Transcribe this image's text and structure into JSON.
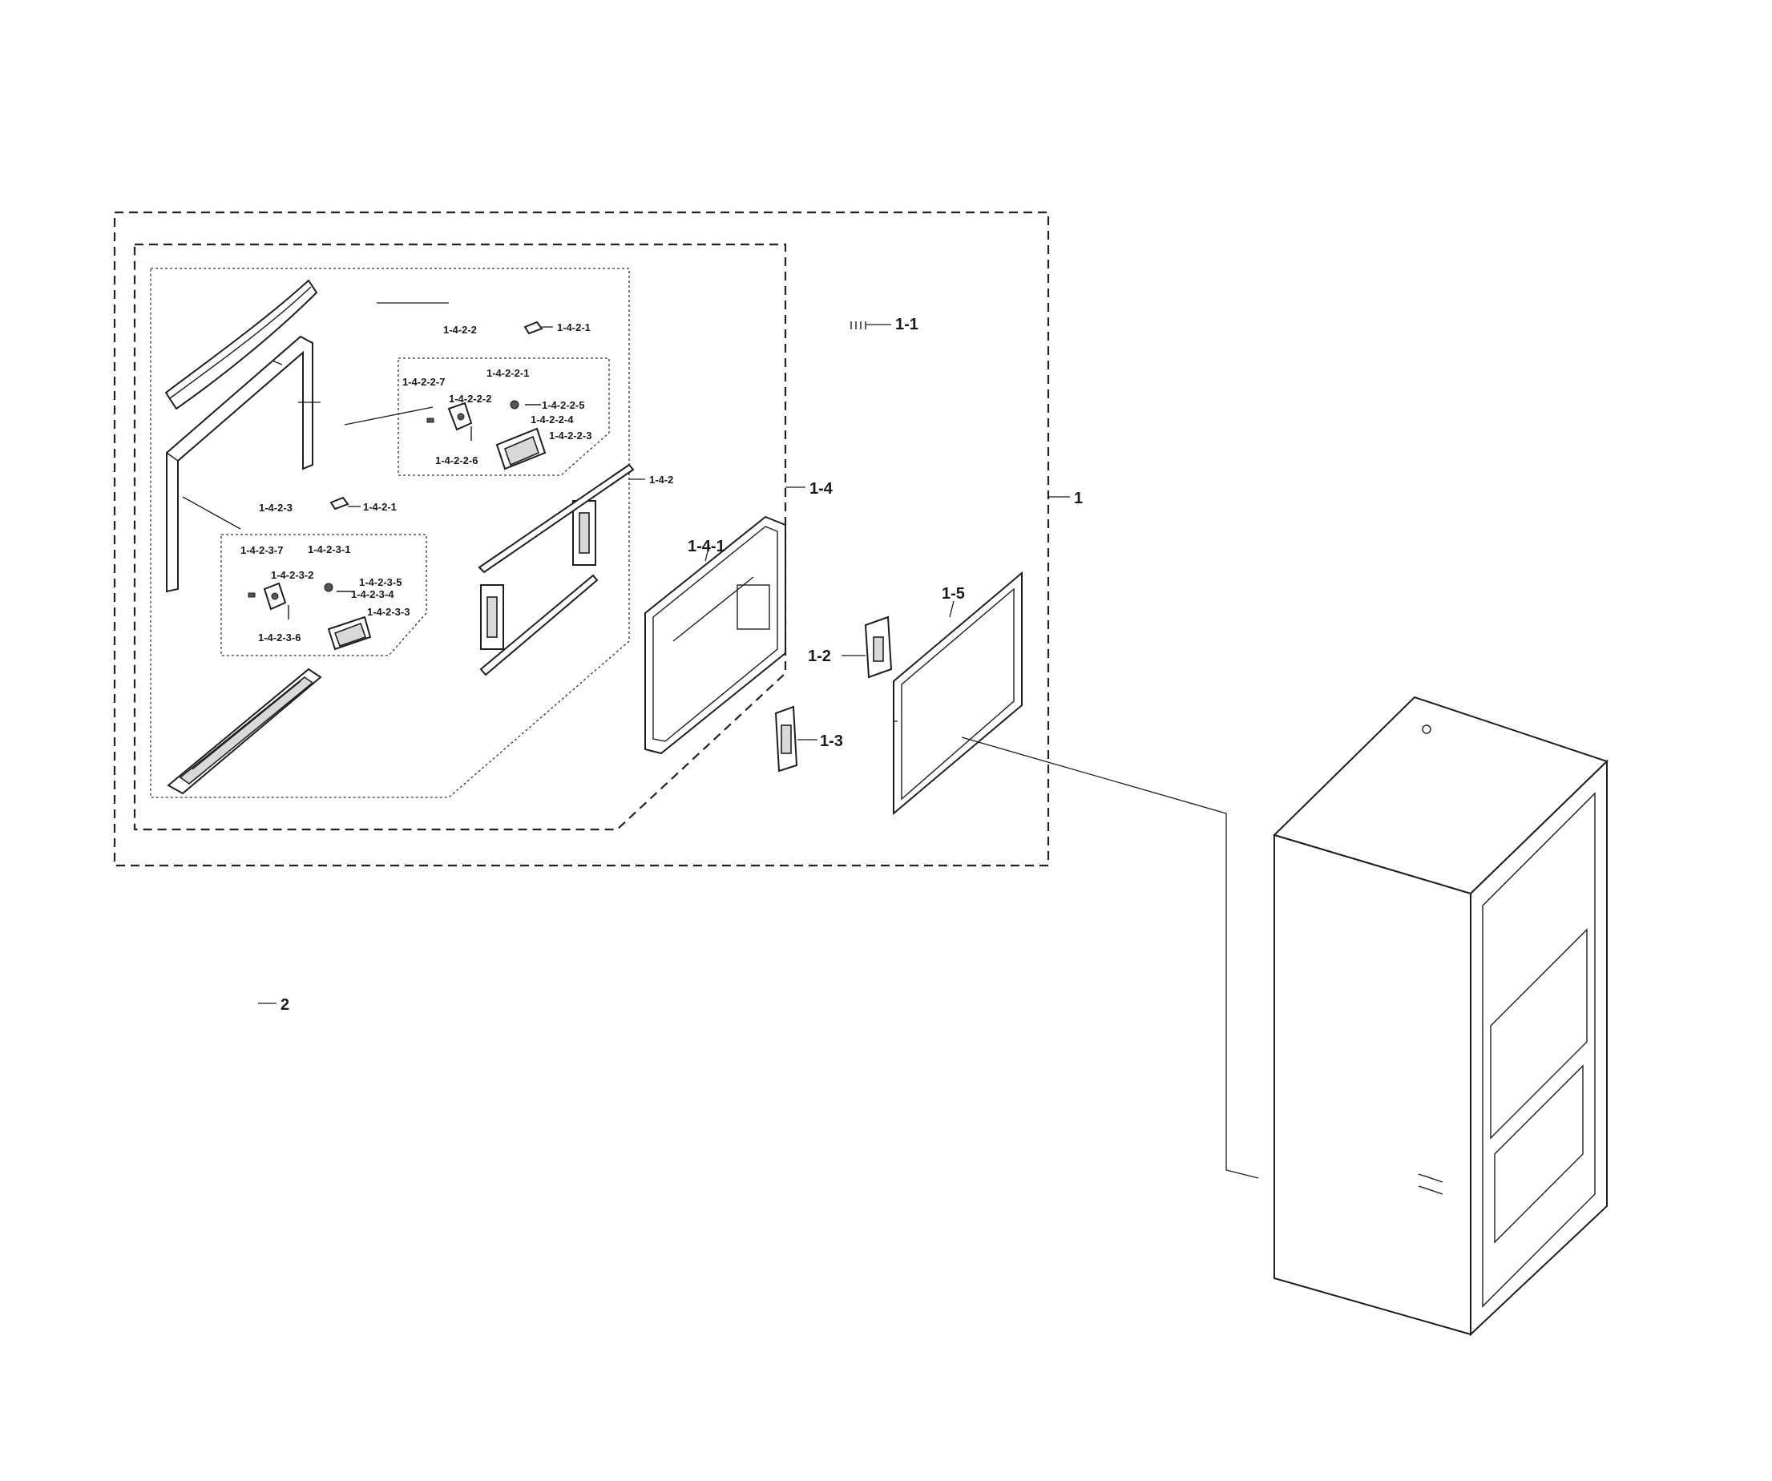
{
  "labels": {
    "l1": "1",
    "l1_1": "1-1",
    "l1_2": "1-2",
    "l1_3": "1-3",
    "l1_4": "1-4",
    "l1_4_1": "1-4-1",
    "l1_4_2": "1-4-2",
    "l1_5": "1-5",
    "l2": "2",
    "l1_4_2_1a": "1-4-2-1",
    "l1_4_2_1b": "1-4-2-1",
    "l1_4_2_2": "1-4-2-2",
    "l1_4_2_2_1": "1-4-2-2-1",
    "l1_4_2_2_2": "1-4-2-2-2",
    "l1_4_2_2_3": "1-4-2-2-3",
    "l1_4_2_2_4": "1-4-2-2-4",
    "l1_4_2_2_5": "1-4-2-2-5",
    "l1_4_2_2_6": "1-4-2-2-6",
    "l1_4_2_2_7": "1-4-2-2-7",
    "l1_4_2_3": "1-4-2-3",
    "l1_4_2_3_1": "1-4-2-3-1",
    "l1_4_2_3_2": "1-4-2-3-2",
    "l1_4_2_3_3": "1-4-2-3-3",
    "l1_4_2_3_4": "1-4-2-3-4",
    "l1_4_2_3_5": "1-4-2-3-5",
    "l1_4_2_3_6": "1-4-2-3-6",
    "l1_4_2_3_7": "1-4-2-3-7"
  },
  "colors": {
    "line": "#1e1e1e",
    "background": "#ffffff"
  }
}
